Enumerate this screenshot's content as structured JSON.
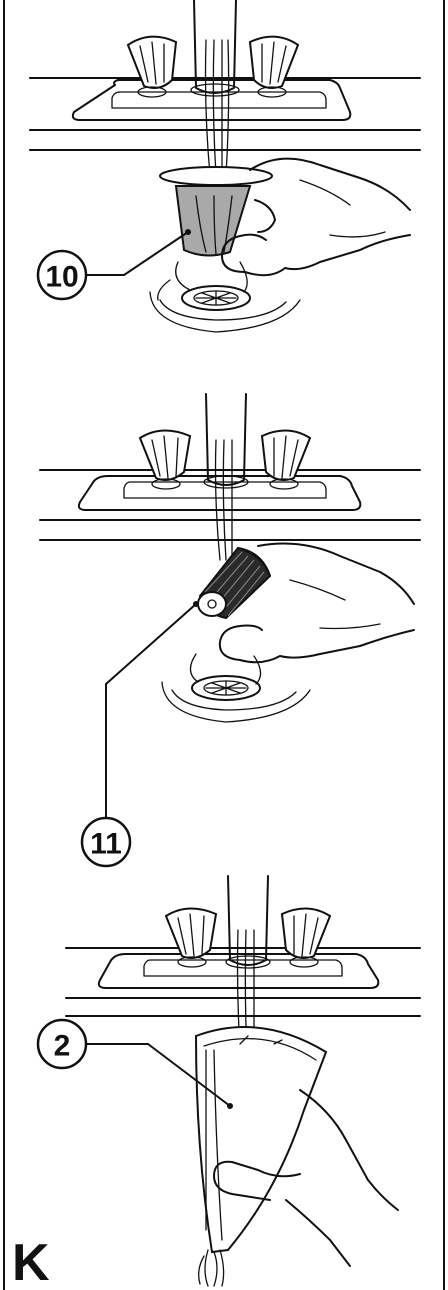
{
  "callouts": {
    "panel1": "10",
    "panel2": "11",
    "panel3": "2"
  },
  "figure_label": "K"
}
